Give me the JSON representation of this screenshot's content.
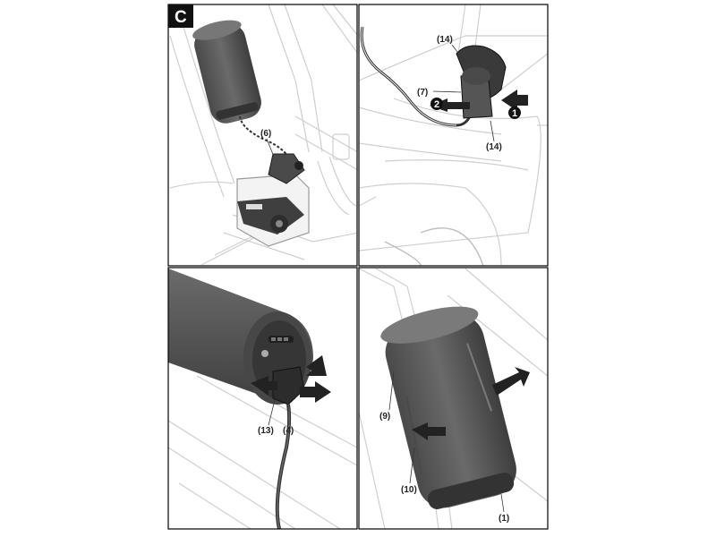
{
  "figure": {
    "letter": "C"
  },
  "panels": [
    {
      "id": "top-left",
      "labels": [
        "(6)"
      ]
    },
    {
      "id": "top-right",
      "labels": [
        "(14)",
        "(7)",
        "(14)"
      ],
      "steps": [
        "2",
        "1"
      ]
    },
    {
      "id": "bottom-left",
      "labels": [
        "(13)",
        "(4)"
      ]
    },
    {
      "id": "bottom-right",
      "labels": [
        "(9)",
        "(10)",
        "(1)"
      ]
    }
  ],
  "colors": {
    "battery": "#5a5a5a",
    "battery_dark": "#3c3c3c",
    "line": "#cfcfcf",
    "frame": "#000000",
    "arrow": "#222222"
  }
}
